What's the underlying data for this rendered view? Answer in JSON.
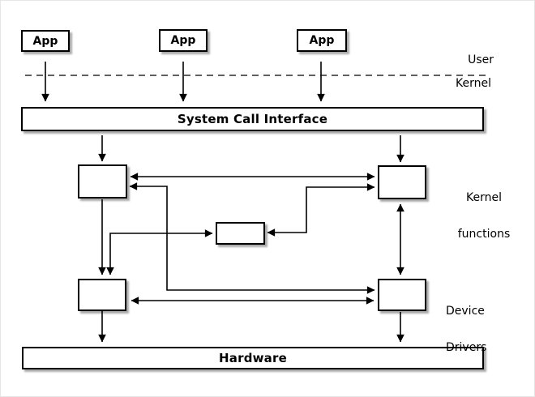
{
  "diagram": {
    "apps": [
      {
        "label": "App"
      },
      {
        "label": "App"
      },
      {
        "label": "App"
      }
    ],
    "system_call_interface_label": "System Call Interface",
    "hardware_label": "Hardware",
    "side_labels": {
      "user": "User",
      "kernel": "Kernel",
      "kernel_functions": [
        "Kernel",
        "functions"
      ],
      "device_drivers": [
        "Device",
        "Drivers"
      ]
    },
    "colors": {
      "line": "#000000",
      "box_border": "#000000",
      "box_fill": "#ffffff",
      "shadow": "#aaaaaa",
      "background": "#ffffff"
    }
  }
}
